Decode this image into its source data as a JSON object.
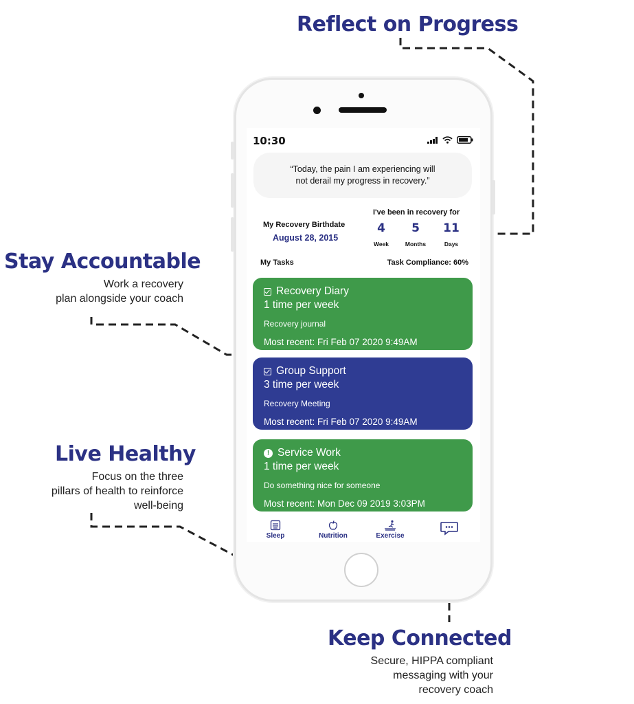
{
  "callouts": {
    "reflect": {
      "title": "Reflect on Progress"
    },
    "accountable": {
      "title": "Stay Accountable",
      "line1": "Work a recovery",
      "line2": "plan alongside your coach"
    },
    "healthy": {
      "title": "Live Healthy",
      "line1": "Focus on the three",
      "line2": "pillars of health to reinforce",
      "line3": "well-being"
    },
    "connected": {
      "title": "Keep Connected",
      "line1": "Secure, HIPPA compliant",
      "line2": "messaging with your",
      "line3": "recovery coach"
    }
  },
  "status_bar": {
    "time": "10:30",
    "icons": [
      "signal-icon",
      "wifi-icon",
      "battery-icon"
    ]
  },
  "quote": {
    "line1": "“Today, the pain I am experiencing will",
    "line2": "not derail my progress in recovery.”"
  },
  "birthdate": {
    "label": "My Recovery Birthdate",
    "value": "August 28, 2015"
  },
  "recovery_duration": {
    "label": "I've been in recovery for",
    "weeks": {
      "value": "4",
      "unit": "Week"
    },
    "months": {
      "value": "5",
      "unit": "Months"
    },
    "days": {
      "value": "11",
      "unit": "Days"
    }
  },
  "tasks_header": {
    "title": "My Tasks",
    "compliance": "Task Compliance: 60%"
  },
  "tasks": [
    {
      "icon": "checkbox-icon",
      "title": "Recovery Diary",
      "frequency": "1 time per week",
      "description": "Recovery journal",
      "recent": "Most recent: Fri Feb 07 2020 9:49AM",
      "color": "#3f9a4a"
    },
    {
      "icon": "checkbox-icon",
      "title": "Group Support",
      "frequency": "3 time per week",
      "description": "Recovery Meeting",
      "recent": "Most recent: Fri Feb 07 2020 9:49AM",
      "color": "#2f3c93"
    },
    {
      "icon": "alert-icon",
      "title": "Service Work",
      "frequency": "1 time per week",
      "description": "Do something nice for someone",
      "recent": "Most recent: Mon Dec 09 2019 3:03PM",
      "color": "#3f9a4a"
    }
  ],
  "bottom_nav": {
    "sleep": {
      "label": "Sleep",
      "icon": "sleep-icon"
    },
    "nutrition": {
      "label": "Nutrition",
      "icon": "apple-icon"
    },
    "exercise": {
      "label": "Exercise",
      "icon": "treadmill-icon"
    },
    "messages": {
      "icon": "chat-icon"
    }
  },
  "colors": {
    "brand": "#2b3184",
    "task_green": "#3f9a4a",
    "task_blue": "#2f3c93"
  }
}
